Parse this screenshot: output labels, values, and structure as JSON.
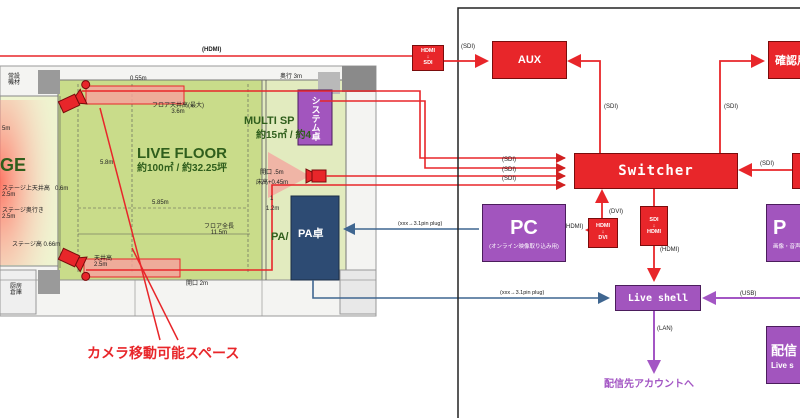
{
  "colors": {
    "signal_red": "#e8262a",
    "device_purple": "#a255be",
    "pa_navy": "#2d4b73",
    "floor_green": "#c9dc8a",
    "arrow_purple": "#a356c4",
    "arrow_blue": "#3f6690"
  },
  "floorplan": {
    "hdmi_top_label": "(HDMI)",
    "left_top_note": "常設\n機材",
    "stage_word": "GE",
    "dim_5m": "5m",
    "dim_0_6m": "0.6m",
    "stage_height_note": "ステージ上天井高\n2.5m",
    "stage_depth_note": "ステージ奥行き\n2.5m",
    "stage_height_floor": "ステージ高 0.66m",
    "dim_0_55m": "0.55m",
    "floor_ceiling_note": "フロア天井高(最大)\n3.6m",
    "dim_5_8m": "5.8m",
    "floor_title": "LIVE FLOOR",
    "floor_area": "約100㎡ / 約32.25坪",
    "dim_5_85m": "5.85m",
    "floor_width_note": "フロア全長\n11.5m",
    "ceiling_low_note": "天井高\n2.5m",
    "door_note": "開口 2m",
    "kitchen_note": "厨房\n倉庫",
    "depth_3m": "奥行 3m",
    "system_desk": "システム卓",
    "multi_space_title": "MULTI SP",
    "multi_space_area": "約15㎡ / 約4",
    "door_small": "開口 .5m",
    "floor_height_note": "床高+0.45m",
    "pa_desk": "PA卓",
    "pa_partial": "PA/",
    "dim_1_2m": "1.2m",
    "dim_1m": "1",
    "camera_space_label": "カメラ移動可能スペース"
  },
  "signal_diagram": {
    "hdmi_sdi_converter": "HDMI\n↓\nSDI",
    "aux": "AUX",
    "confirm_partial": "確認用",
    "switcher": "Switcher",
    "sdi_label": "(SDI)",
    "dvi_label": "(DVI)",
    "hdmi_label": "(HDMI)",
    "hdmi_dvi_converter": "HDMI\n↓\nDVI",
    "sdi_hdmi_converter": "SDI\n↓\nHDMI",
    "pc_title": "PC",
    "pc_sub": "(オンライン映像取り込み用)",
    "right_p_partial": "P",
    "right_p_sub": "画像・音声",
    "xlr_label": "(xxx→3.1pin plug)",
    "live_shell": "Live shell",
    "usb_label": "(USB)",
    "lan_label": "(LAN)",
    "streaming_dest": "配信先アカウントへ",
    "haishin_partial": "配信",
    "live_s_partial": "Live s"
  }
}
